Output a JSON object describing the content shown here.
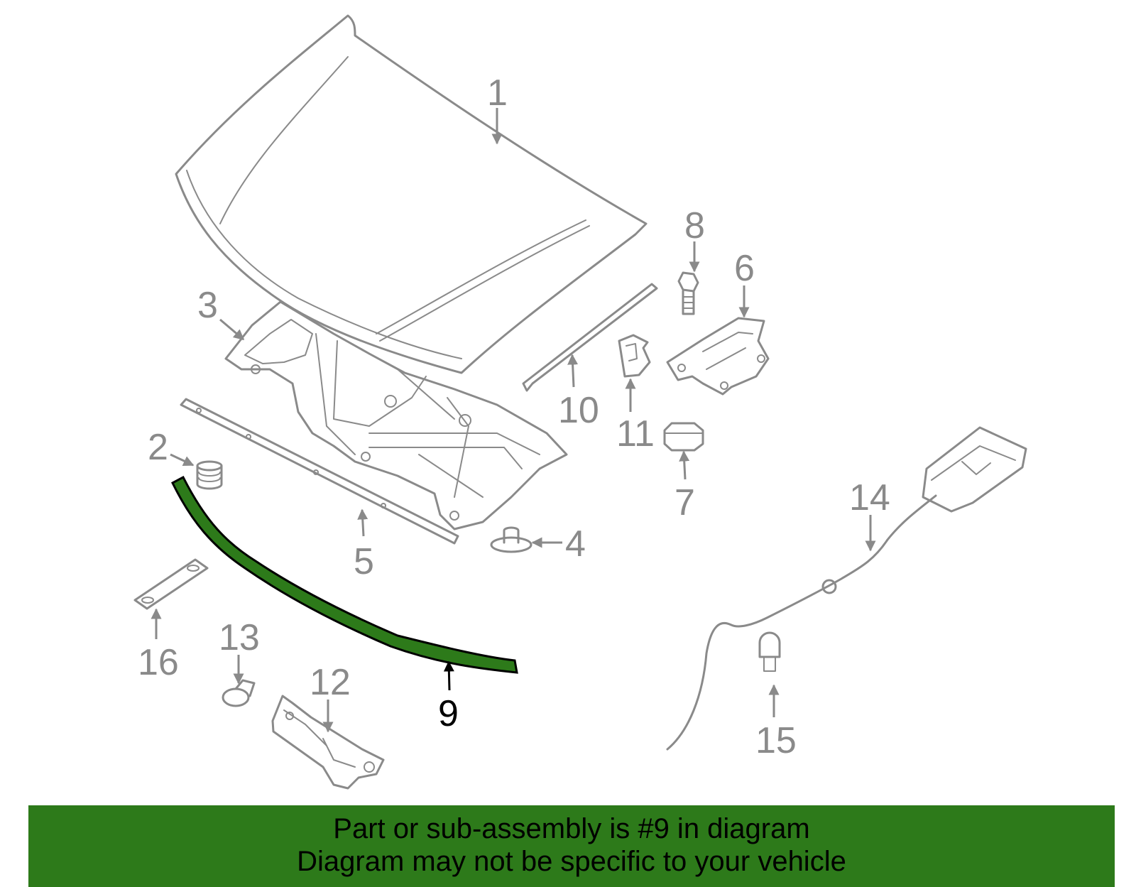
{
  "diagram": {
    "highlight_color": "#2d7a1a",
    "highlighted_part": "9",
    "callouts": [
      "1",
      "2",
      "3",
      "4",
      "5",
      "6",
      "7",
      "8",
      "9",
      "10",
      "11",
      "12",
      "13",
      "14",
      "15",
      "16"
    ]
  },
  "banner": {
    "line1": "Part or sub-assembly is #9 in diagram",
    "line2": "Diagram may not be specific to your vehicle",
    "background": "#2d7a1a"
  }
}
